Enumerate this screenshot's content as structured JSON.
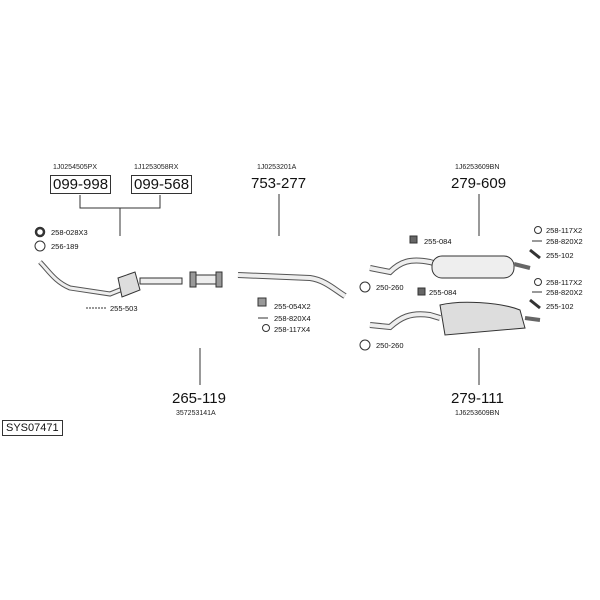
{
  "system_code": "SYS07471",
  "parts": {
    "cat1": {
      "oem": "1J0254505PX",
      "number": "099-998"
    },
    "cat2": {
      "oem": "1J1253058RX",
      "number": "099-568"
    },
    "front": {
      "oem": "357253141A",
      "number": "265-119"
    },
    "middle": {
      "oem": "1J0253201A",
      "number": "753-277"
    },
    "rear_top": {
      "oem": "1J6253609BN",
      "number": "279-609"
    },
    "rear_bottom": {
      "oem": "1J6253609BN",
      "number": "279-111"
    }
  },
  "accessories": {
    "nut": "258-028X3",
    "gasket": "256-189",
    "bracket_front": "255-503",
    "clamp_mid": "255-054X2",
    "bolt_mid": "258-820X4",
    "ring_mid": "258-117X4",
    "hanger_top": "255-084",
    "clamp_top": "250-260",
    "ring_top": "258-117X2",
    "bolt_top": "258-820X2",
    "mount_top": "255-102",
    "hanger_bottom": "255-084",
    "clamp_bottom": "250-260",
    "ring_bottom": "258-117X2",
    "bolt_bottom": "258-820X2",
    "mount_bottom": "255-102"
  }
}
